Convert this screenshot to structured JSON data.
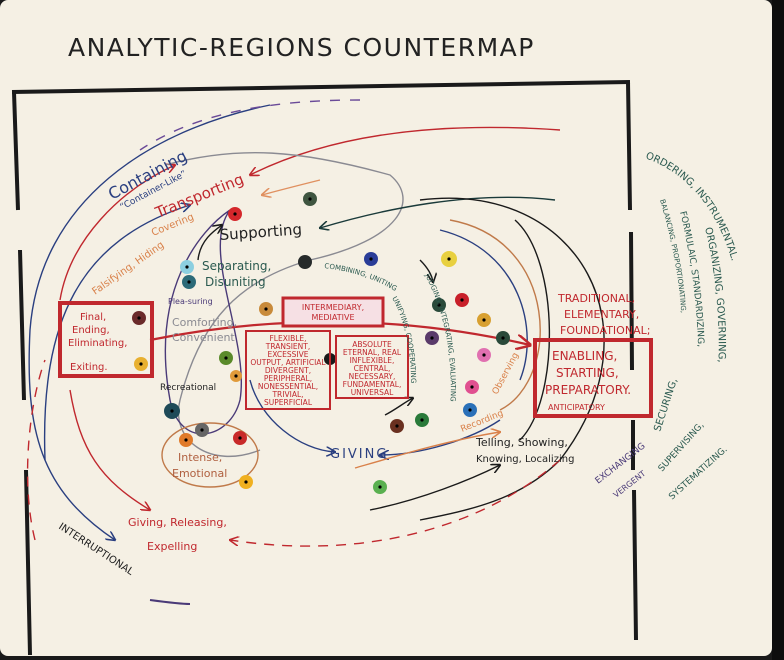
{
  "title": "ANALYTIC-REGIONS COUNTERMAP",
  "labels": {
    "containing": "Containing",
    "container_like": "“Container-Like”",
    "transporting": "Transporting",
    "covering": "Covering",
    "falsifying_hiding": "Falsifying, Hiding",
    "supporting": "Supporting",
    "separating": "Separating,",
    "disuniting": "Disuniting",
    "pleasuring": "Plea-suring",
    "comforting": "Comforting, Convenient",
    "recreational": "Recreational",
    "intense": "Intense,",
    "emotional": "Emotional",
    "giving": "GIVING",
    "giving_releasing": "Giving, Releasing,",
    "expelling": "Expelling",
    "interruptional": "INTERRUPTIONAL",
    "combining": "COMBINING, UNITING",
    "unifying": "UNIFYING, COOPERATING",
    "judging": "JUDGING, INTEGRATING, EVALUATING",
    "observing": "Observing",
    "recording": "Recording",
    "telling": "Telling, Showing,",
    "knowing": "Knowing, Localizing",
    "exchanging": "EXCHANGING",
    "vergent": "VERGENT",
    "ordering": "ORDERING, INSTRUMENTAL.",
    "organizing": "ORGANIZING, GOVERNING,",
    "formulaic": "FORMULAIC, STANDARDIZING,",
    "balancing": "BALANCING, PROPORTIONATING,",
    "securing": "SECURING,",
    "supervising": "SUPERVISING,",
    "systematizing": "SYSTEMATIZING."
  },
  "boxes": {
    "final": [
      "Final,",
      "Ending,",
      "Eliminating,",
      "Exiting."
    ],
    "intermediary": [
      "INTERMEDIARY,",
      "MEDIATIVE"
    ],
    "flexible": [
      "FLEXIBLE,",
      "TRANSIENT,",
      "EXCESSIVE",
      "OUTPUT, ARTIFICIAL",
      "DIVERGENT,",
      "PERIPHERAL,",
      "NONESSENTIAL,",
      "TRIVIAL,",
      "SUPERFICIAL"
    ],
    "absolute": [
      "ABSOLUTE",
      "ETERNAL, REAL",
      "INFLEXIBLE,",
      "CENTRAL,",
      "NECESSARY,",
      "FUNDAMENTAL,",
      "UNIVERSAL"
    ],
    "traditional": [
      "TRADITIONAL,",
      "ELEMENTARY,",
      "FOUNDATIONAL;"
    ],
    "enabling": [
      "ENABLING,",
      "STARTING,",
      "PREPARATORY.",
      "ANTICIPATORY"
    ]
  }
}
